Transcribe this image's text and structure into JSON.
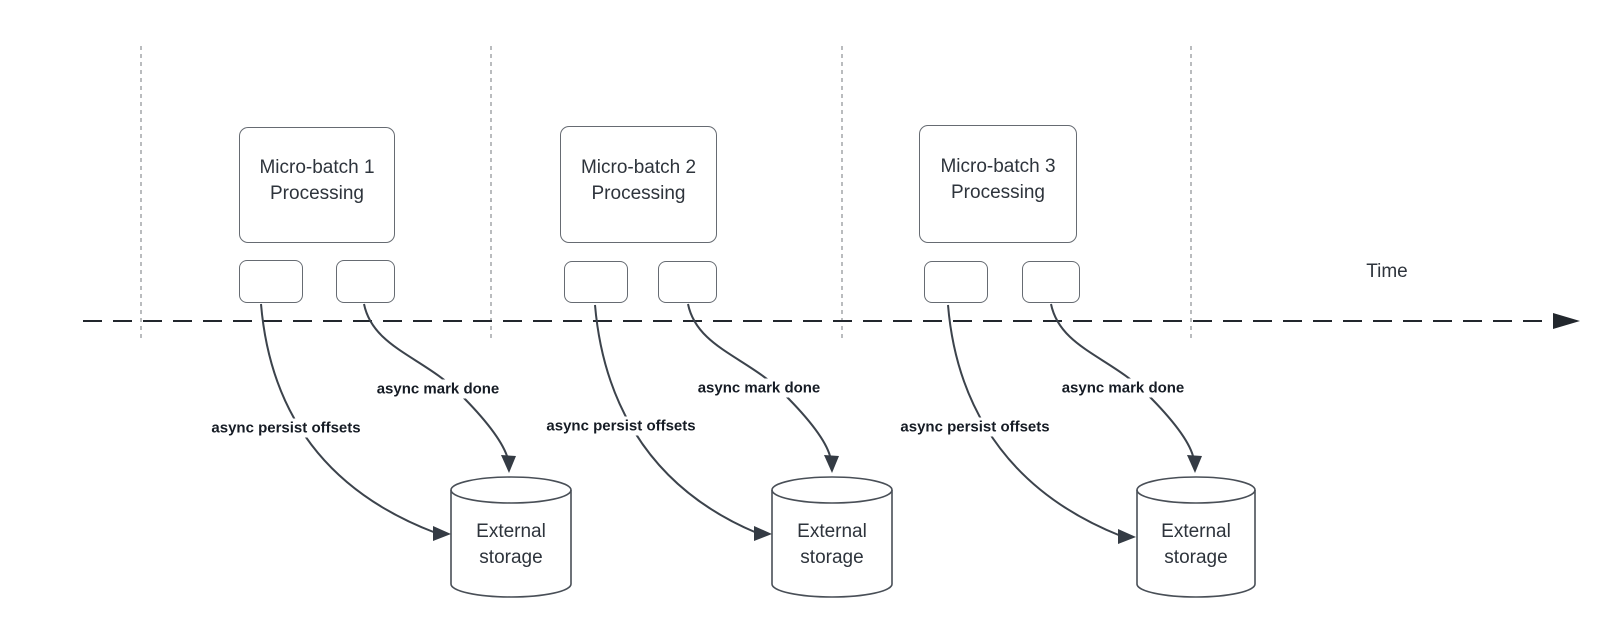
{
  "timeline": {
    "label": "Time"
  },
  "batches": [
    {
      "box_line1": "Micro-batch 1",
      "box_line2": "Processing",
      "persist_label": "async persist offsets",
      "mark_label": "async mark done",
      "storage_line1": "External",
      "storage_line2": "storage"
    },
    {
      "box_line1": "Micro-batch 2",
      "box_line2": "Processing",
      "persist_label": "async persist offsets",
      "mark_label": "async mark done",
      "storage_line1": "External",
      "storage_line2": "storage"
    },
    {
      "box_line1": "Micro-batch 3",
      "box_line2": "Processing",
      "persist_label": "async persist offsets",
      "mark_label": "async mark done",
      "storage_line1": "External",
      "storage_line2": "storage"
    }
  ],
  "colors": {
    "background": "#ffffff",
    "shape_stroke": "#666b72",
    "cylinder_stroke": "#494f57",
    "connector_stroke": "#3c434c",
    "arrowhead_fill": "#343b44",
    "timeline_stroke": "#22272d",
    "lane_divider_stroke": "#a9acaf",
    "text": "#2e343c",
    "edge_label_text": "#161c25"
  }
}
